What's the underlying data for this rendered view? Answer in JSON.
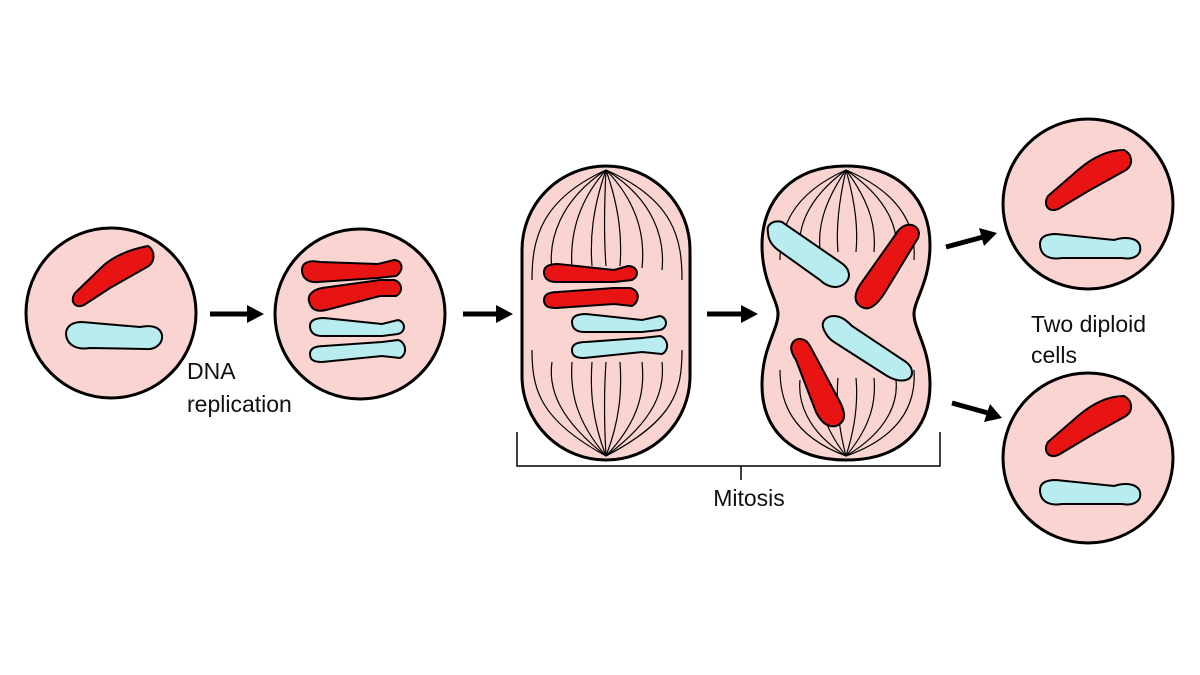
{
  "labels": {
    "dna_replication_line1": "DNA",
    "dna_replication_line2": "replication",
    "mitosis": "Mitosis",
    "two_diploid_line1": "Two diploid",
    "two_diploid_line2": "cells"
  },
  "colors": {
    "background": "#ffffff",
    "cell_fill": "#f9d4d0",
    "cell_outline": "#000000",
    "chromosome_red": "#e81414",
    "chromosome_blue": "#b9ecef",
    "arrow": "#000000"
  },
  "icons": [
    "cell",
    "chromosome",
    "arrow",
    "spindle-fiber",
    "bracket"
  ]
}
